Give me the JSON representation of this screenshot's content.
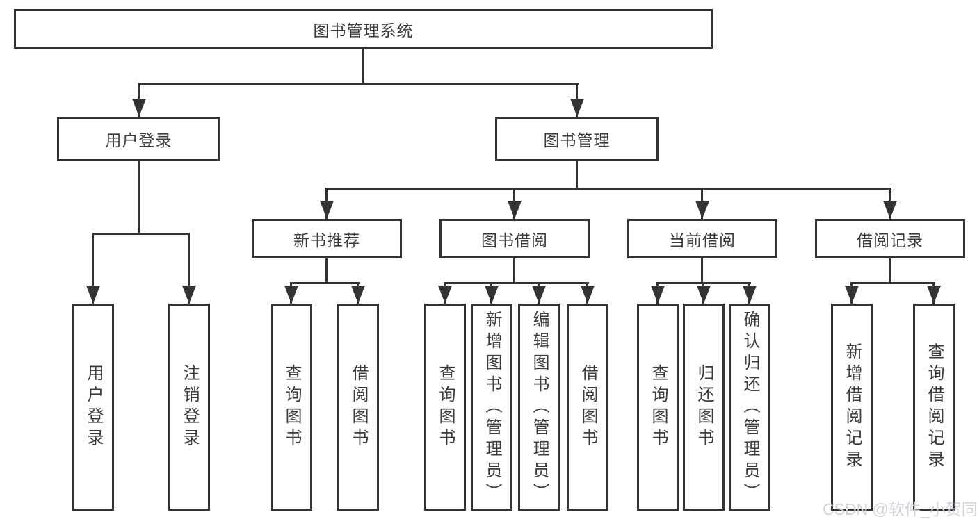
{
  "diagram": {
    "tree": {
      "label": "图书管理系统",
      "children": [
        {
          "label": "用户登录",
          "children": [
            {
              "label": "用户登录"
            },
            {
              "label": "注销登录"
            }
          ]
        },
        {
          "label": "图书管理",
          "children": [
            {
              "label": "新书推荐",
              "children": [
                {
                  "label": "查询图书"
                },
                {
                  "label": "借阅图书"
                }
              ]
            },
            {
              "label": "图书借阅",
              "children": [
                {
                  "label": "查询图书"
                },
                {
                  "label": "新增图书（管理员）"
                },
                {
                  "label": "编辑图书（管理员）"
                },
                {
                  "label": "借阅图书"
                }
              ]
            },
            {
              "label": "当前借阅",
              "children": [
                {
                  "label": "查询图书"
                },
                {
                  "label": "归还图书"
                },
                {
                  "label": "确认归还（管理员）"
                }
              ]
            },
            {
              "label": "借阅记录",
              "children": [
                {
                  "label": "新增借阅记录"
                },
                {
                  "label": "查询借阅记录"
                }
              ]
            }
          ]
        }
      ]
    }
  },
  "watermark": {
    "text": "CSDN @软件_小贺同学"
  },
  "colors": {
    "line": "#333333",
    "text": "#3b3b3b",
    "box_background": "#ffffff",
    "watermark": "#ccd1d9"
  }
}
